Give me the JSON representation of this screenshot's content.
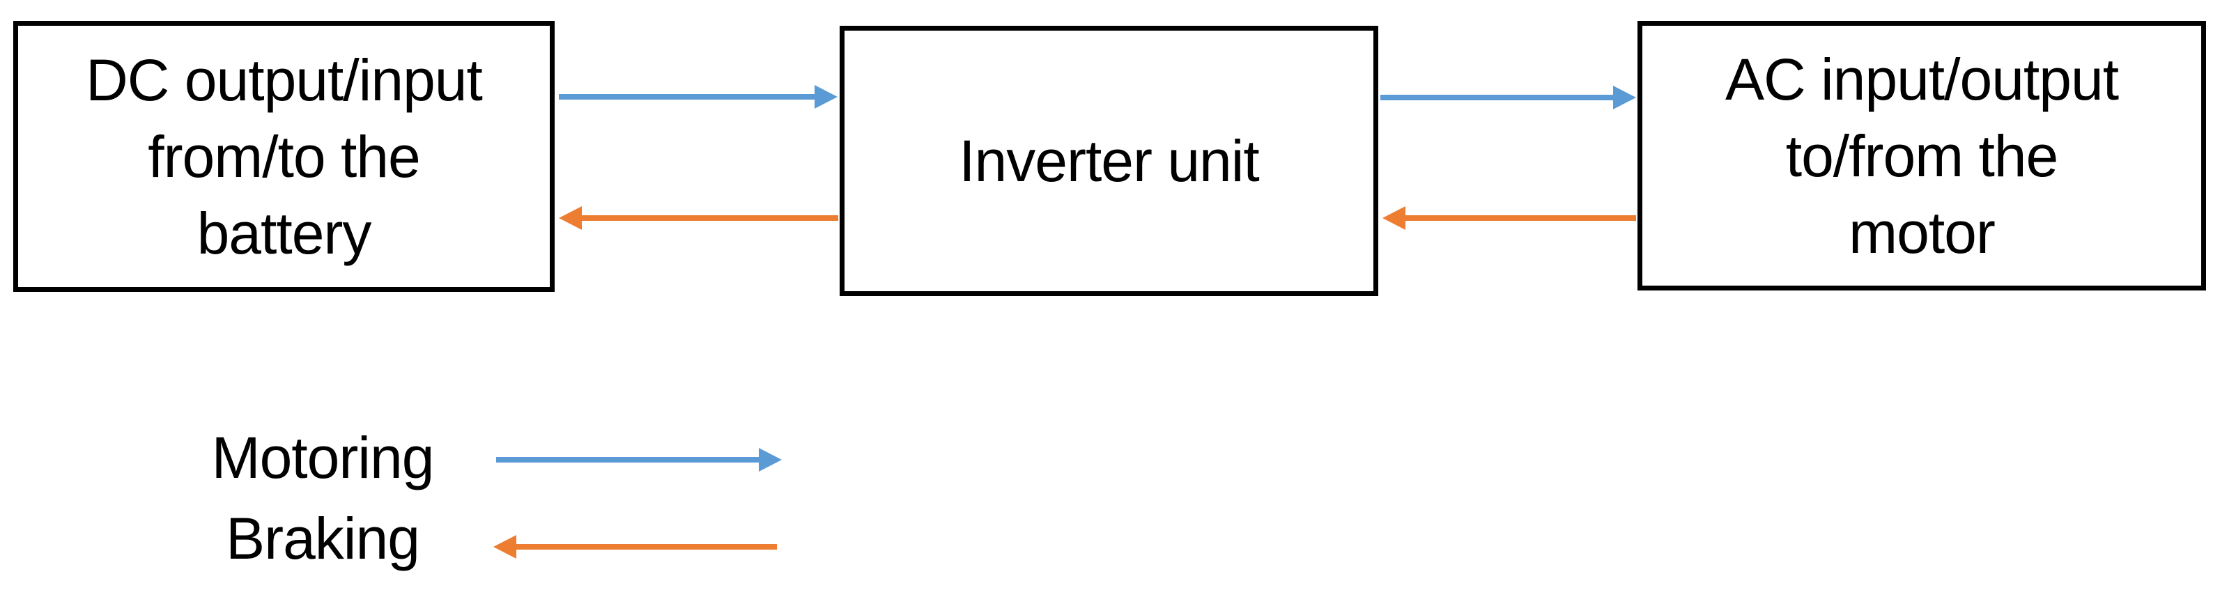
{
  "diagram": {
    "colors": {
      "motoring": "#5B9BD5",
      "braking": "#ED7D31",
      "box_border": "#000000",
      "text": "#000000",
      "background": "#FFFFFF"
    },
    "boxes": [
      {
        "id": "dc-box",
        "text": "DC output/input\nfrom/to the\nbattery"
      },
      {
        "id": "inverter-box",
        "text": "Inverter unit"
      },
      {
        "id": "ac-box",
        "text": "AC input/output\nto/from the\nmotor"
      }
    ],
    "edges": [
      {
        "id": "motoring-battery-to-inverter",
        "type": "motoring",
        "from": "dc-box",
        "to": "inverter-box",
        "direction": "right"
      },
      {
        "id": "braking-inverter-to-battery",
        "type": "braking",
        "from": "inverter-box",
        "to": "dc-box",
        "direction": "left"
      },
      {
        "id": "motoring-inverter-to-motor",
        "type": "motoring",
        "from": "inverter-box",
        "to": "ac-box",
        "direction": "right"
      },
      {
        "id": "braking-motor-to-inverter",
        "type": "braking",
        "from": "ac-box",
        "to": "inverter-box",
        "direction": "left"
      }
    ],
    "legend": {
      "items": [
        {
          "id": "legend-motoring",
          "label": "Motoring",
          "type": "motoring",
          "direction": "right"
        },
        {
          "id": "legend-braking",
          "label": "Braking",
          "type": "braking",
          "direction": "left"
        }
      ]
    }
  }
}
